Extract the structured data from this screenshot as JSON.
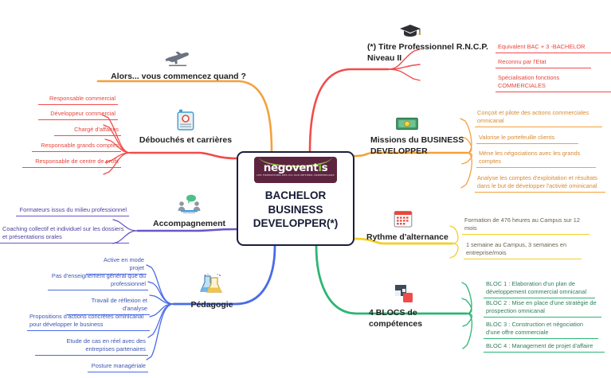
{
  "center": {
    "logo": {
      "wordmark": "negoventis",
      "tagline": "LES FORMATIONS DES CCI\nAUX METIERS COMMERCIAUX",
      "bg_color": "#5d2440",
      "accent_color": "#8cc63f"
    },
    "title": "BACHELOR\nBUSINESS\nDEVELOPPER(*)"
  },
  "branches": [
    {
      "id": "titre-professionnel",
      "label": "(*) Titre Professionnel R.N.C.P.\nNiveau II",
      "icon": "graduation-cap-icon",
      "color": "#f24b4b",
      "side": "right",
      "items": [
        "Equivalent BAC + 3 -BACHELOR",
        "Reconnu par l'Etat",
        "Spécialisation fonctions COMMERCIALES"
      ]
    },
    {
      "id": "missions",
      "label": "Missions du BUSINESS\nDEVELOPPER",
      "icon": "banknote-icon",
      "color": "#f5a03c",
      "side": "right",
      "items": [
        "Conçoit et pilote des actions commerciales omnicanal",
        "Valorise le portefeuille clients",
        "Mène les négociations avec les grands comptes",
        "Analyse les comptes d'exploitation et résultats dans le but de développer l'activité ominicanal"
      ]
    },
    {
      "id": "rythme",
      "label": "Rythme d'alternance",
      "icon": "calendar-icon",
      "color": "#f2d024",
      "side": "right",
      "items": [
        "Formation de 476 heures au Campus sur 12 mois",
        "1 semaine au Campus, 3 semaines en entreprise/mois"
      ]
    },
    {
      "id": "blocs",
      "label": "4 BLOCS de compétences",
      "icon": "puzzle-piece-icon",
      "color": "#2bb673",
      "side": "right",
      "items": [
        "BLOC 1 : Elaboration d'un plan de développement commercial omnicanal",
        "BLOC 2 : Mise en place d'une stratégie de prospection omnicanal",
        "BLOC 3 : Construction et négociation d'une offre commerciale",
        "BLOC 4 :  Management de projet d'affaire"
      ]
    },
    {
      "id": "alors",
      "label": "Alors... vous commencez quand ?",
      "icon": "airplane-takeoff-icon",
      "color": "#f5a03c",
      "side": "left",
      "items": []
    },
    {
      "id": "debouches",
      "label": "Débouchés et carrières",
      "icon": "id-badge-icon",
      "color": "#f24b4b",
      "side": "left",
      "items": [
        "Responsable commercial",
        "Développeur commercial",
        "Chargé d'affaires",
        "Responsable grands comptes",
        "Responsable de centre de profit"
      ]
    },
    {
      "id": "accompagnement",
      "label": "Accompagnement",
      "icon": "people-chat-icon",
      "color": "#6a56c8",
      "side": "left",
      "items": [
        "Formateurs issus du milieu professionnel",
        "Coaching collectif et individuel sur les dossiers et présentations orales"
      ]
    },
    {
      "id": "pedagogie",
      "label": "Pédagogie",
      "icon": "lab-flask-icon",
      "color": "#4a6ae8",
      "side": "left",
      "items": [
        "Active en mode projet",
        "Pas d'enseignement général que du professionnel",
        "Travail de réflexion et d'analyse",
        "Propositions d'actions concrètes ominicanal pour développer le business",
        "Etude de cas en réel avec des entreprises partenaires",
        "Posture managériale"
      ]
    }
  ]
}
